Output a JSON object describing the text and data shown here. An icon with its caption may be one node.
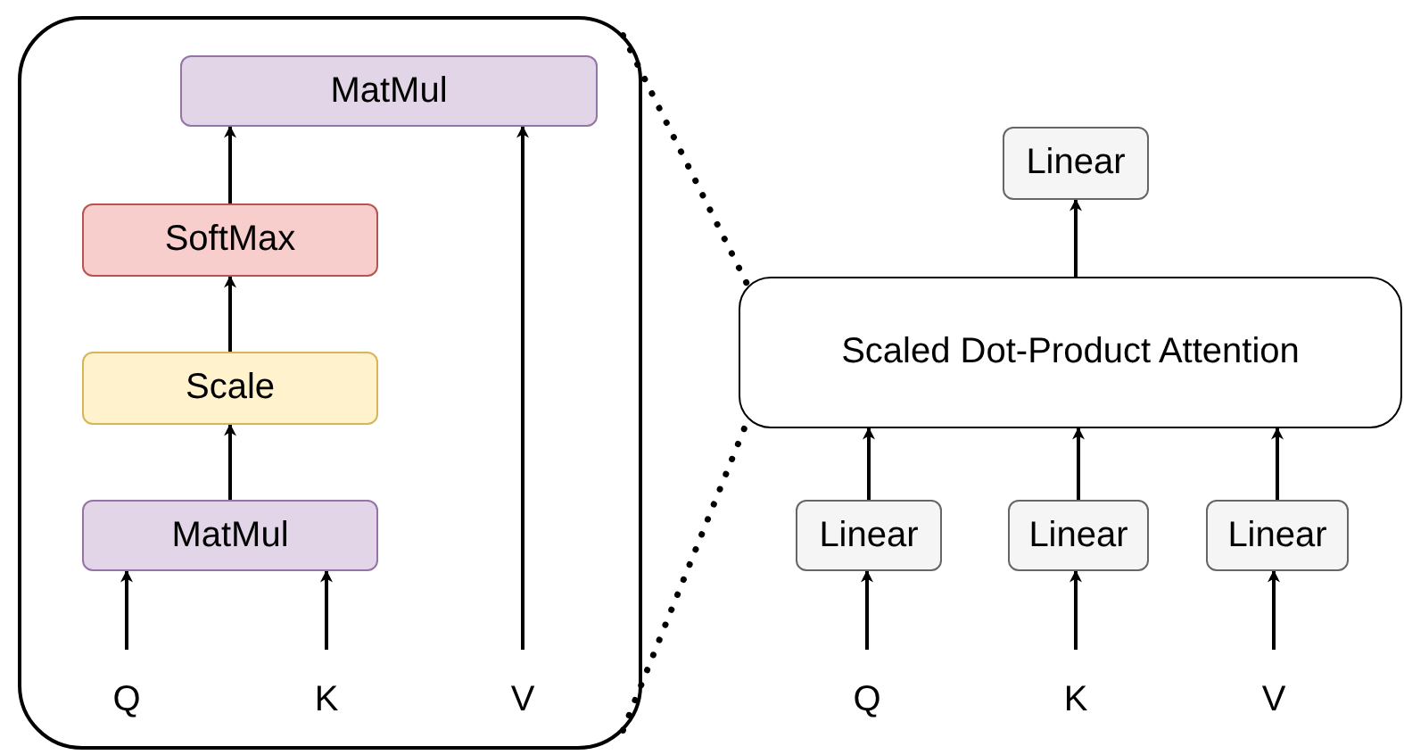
{
  "diagram": {
    "nodes": [
      {
        "text": [],
        "shape": "box"
      },
      {
        "text": [
          "MatMul"
        ],
        "in": 0
      },
      {
        "text": [
          "SoftMax"
        ],
        "in": 0
      },
      {
        "text": [
          "Scale"
        ],
        "in": 0
      },
      {
        "text": [
          "MatMul"
        ],
        "in": 0
      },
      {
        "text": [
          "Q"
        ],
        "in": 0
      },
      {
        "text": [
          "K"
        ],
        "in": 0
      },
      {
        "text": [
          "V"
        ],
        "in": 0
      },
      {
        "text": [
          "Linear"
        ]
      },
      {
        "text": [
          "Scaled Dot-Product Attention"
        ]
      },
      {
        "text": [
          "Linear"
        ]
      },
      {
        "text": [
          "Linear"
        ]
      },
      {
        "text": [
          "Linear"
        ]
      },
      {
        "text": [
          "Q"
        ]
      },
      {
        "text": [
          "K"
        ]
      },
      {
        "text": [
          "V"
        ]
      }
    ],
    "edges": [
      {
        "from": 5,
        "to": 4,
        "arrow": "to"
      },
      {
        "from": 6,
        "to": 4,
        "arrow": "to"
      },
      {
        "from": 4,
        "to": 3,
        "arrow": "to"
      },
      {
        "from": 3,
        "to": 2,
        "arrow": "to"
      },
      {
        "from": 2,
        "to": 1,
        "arrow": "to"
      },
      {
        "from": 7,
        "to": 1,
        "arrow": "to"
      },
      {
        "from": 9,
        "to": 8,
        "arrow": "to"
      },
      {
        "from": 10,
        "to": 9,
        "arrow": "to"
      },
      {
        "from": 11,
        "to": 9,
        "arrow": "to"
      },
      {
        "from": 12,
        "to": 9,
        "arrow": "to"
      },
      {
        "from": 13,
        "to": 10,
        "arrow": "to"
      },
      {
        "from": 14,
        "to": 11,
        "arrow": "to"
      },
      {
        "from": 15,
        "to": 12,
        "arrow": "to"
      },
      {
        "from": 0,
        "to": 9,
        "arrow": "none",
        "style": "dashed"
      },
      {
        "from": 0,
        "to": 9,
        "arrow": "none",
        "style": "dashed"
      }
    ]
  }
}
